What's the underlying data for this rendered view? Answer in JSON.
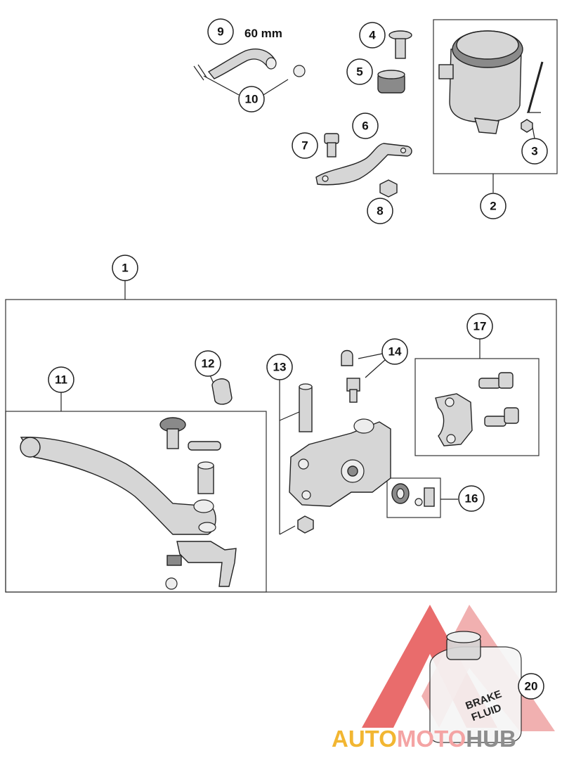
{
  "callouts": [
    {
      "id": "1",
      "label": "1"
    },
    {
      "id": "2",
      "label": "2"
    },
    {
      "id": "3",
      "label": "3"
    },
    {
      "id": "4",
      "label": "4"
    },
    {
      "id": "5",
      "label": "5"
    },
    {
      "id": "6",
      "label": "6"
    },
    {
      "id": "7",
      "label": "7"
    },
    {
      "id": "8",
      "label": "8"
    },
    {
      "id": "9",
      "label": "9"
    },
    {
      "id": "10",
      "label": "10"
    },
    {
      "id": "11",
      "label": "11"
    },
    {
      "id": "12",
      "label": "12"
    },
    {
      "id": "13",
      "label": "13"
    },
    {
      "id": "14",
      "label": "14"
    },
    {
      "id": "16",
      "label": "16"
    },
    {
      "id": "17",
      "label": "17"
    },
    {
      "id": "20",
      "label": "20"
    }
  ],
  "hose_length": "60 mm",
  "bottle_label": {
    "line1": "BRAKE",
    "line2": "FLUID"
  },
  "watermark": {
    "part1": "AUTO",
    "part2": "MOTO",
    "part3": "HUB"
  },
  "colors": {
    "line": "#222222",
    "watermark_auto": "#f2b632",
    "watermark_moto": "#f4a4a4",
    "watermark_hub": "#8d8d8d",
    "watermark_triangle": "#e23b3b"
  }
}
